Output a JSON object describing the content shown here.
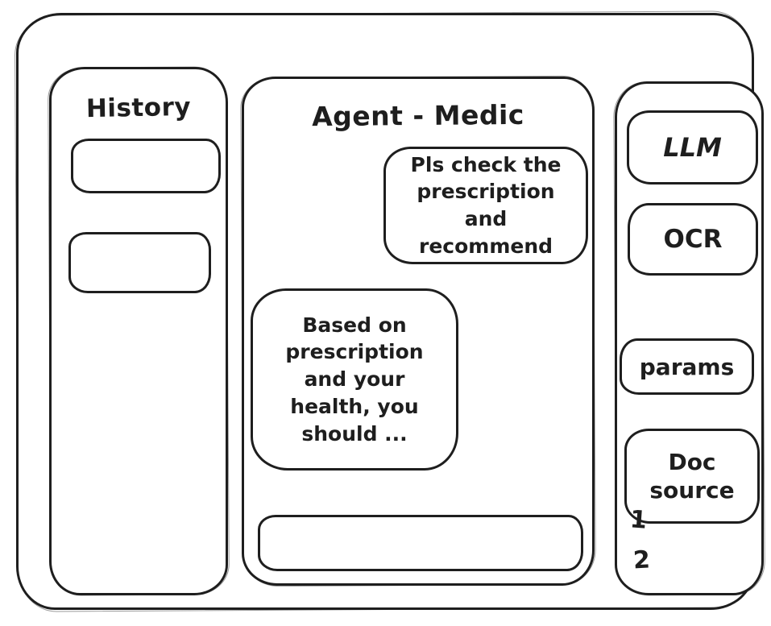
{
  "theme": {
    "stroke_color": "#1e1e1e",
    "background_color": "#ffffff"
  },
  "history": {
    "title": "History",
    "items": [
      {
        "label": ""
      },
      {
        "label": ""
      }
    ]
  },
  "chat": {
    "title": "Agent - Medic",
    "messages": [
      {
        "role": "user",
        "text": "Pls check the prescription and recommend"
      },
      {
        "role": "agent",
        "text": "Based on prescription and your health, you should ..."
      }
    ],
    "input": {
      "value": "",
      "placeholder": ""
    }
  },
  "tools": {
    "buttons": [
      {
        "label": "LLM"
      },
      {
        "label": "OCR"
      },
      {
        "label": "params"
      },
      {
        "label": "Doc source"
      }
    ],
    "doc_sources": [
      "1",
      "2"
    ]
  }
}
